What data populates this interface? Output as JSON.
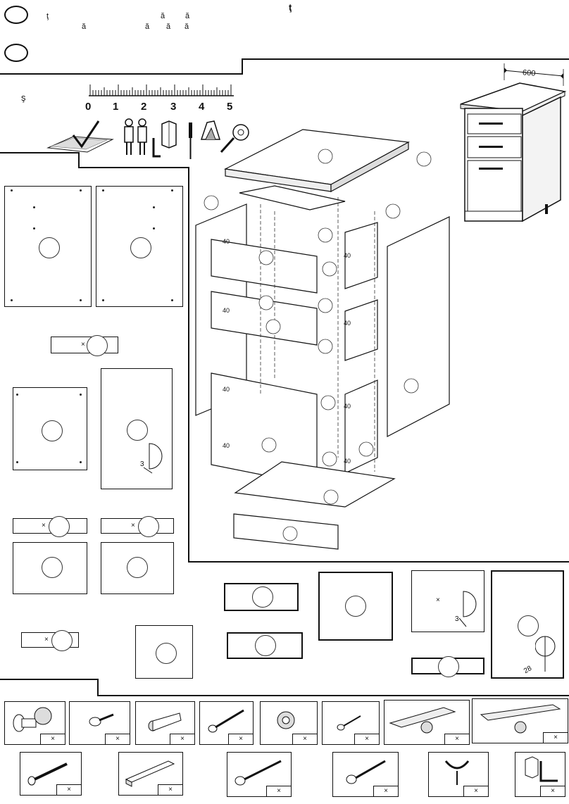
{
  "header": {
    "title_char": "ţ",
    "row1_chars": [
      "ţ",
      "ă",
      "ă"
    ],
    "row1b_chars": [
      "ă",
      "ă",
      "ă",
      "ă"
    ],
    "tools_label": "ş"
  },
  "ruler": {
    "ticks": [
      "0",
      "1",
      "2",
      "3",
      "4",
      "5"
    ]
  },
  "dimensions": {
    "width_label": "600",
    "hinge_depth_a": "3",
    "hinge_depth_b": "3",
    "door_depth": "28"
  },
  "side_labels": {
    "p40_a": "40",
    "p40_b": "40",
    "p40_c": "40",
    "p40_d": "40",
    "p40_e": "40",
    "p40_f": "40",
    "p40_g": "40",
    "p40_h": "40"
  },
  "hardware": {
    "row1": [
      {
        "name": "leg-hardware",
        "x": "×"
      },
      {
        "name": "screw-short",
        "x": "×"
      },
      {
        "name": "dowel",
        "x": "×"
      },
      {
        "name": "confirmat-screw",
        "x": "×"
      },
      {
        "name": "cam-lock",
        "x": "×"
      },
      {
        "name": "small-screw",
        "x": "×"
      },
      {
        "name": "drawer-runner",
        "x": "×"
      },
      {
        "name": "drawer-runner-long",
        "x": "×"
      }
    ],
    "row2": [
      {
        "name": "dowel-screw",
        "x": "×"
      },
      {
        "name": "wood-bar",
        "x": "×"
      },
      {
        "name": "long-screw",
        "x": "×"
      },
      {
        "name": "wood-screw",
        "x": "×"
      },
      {
        "name": "clip",
        "x": "×"
      },
      {
        "name": "hex-key",
        "x": "×"
      }
    ]
  }
}
